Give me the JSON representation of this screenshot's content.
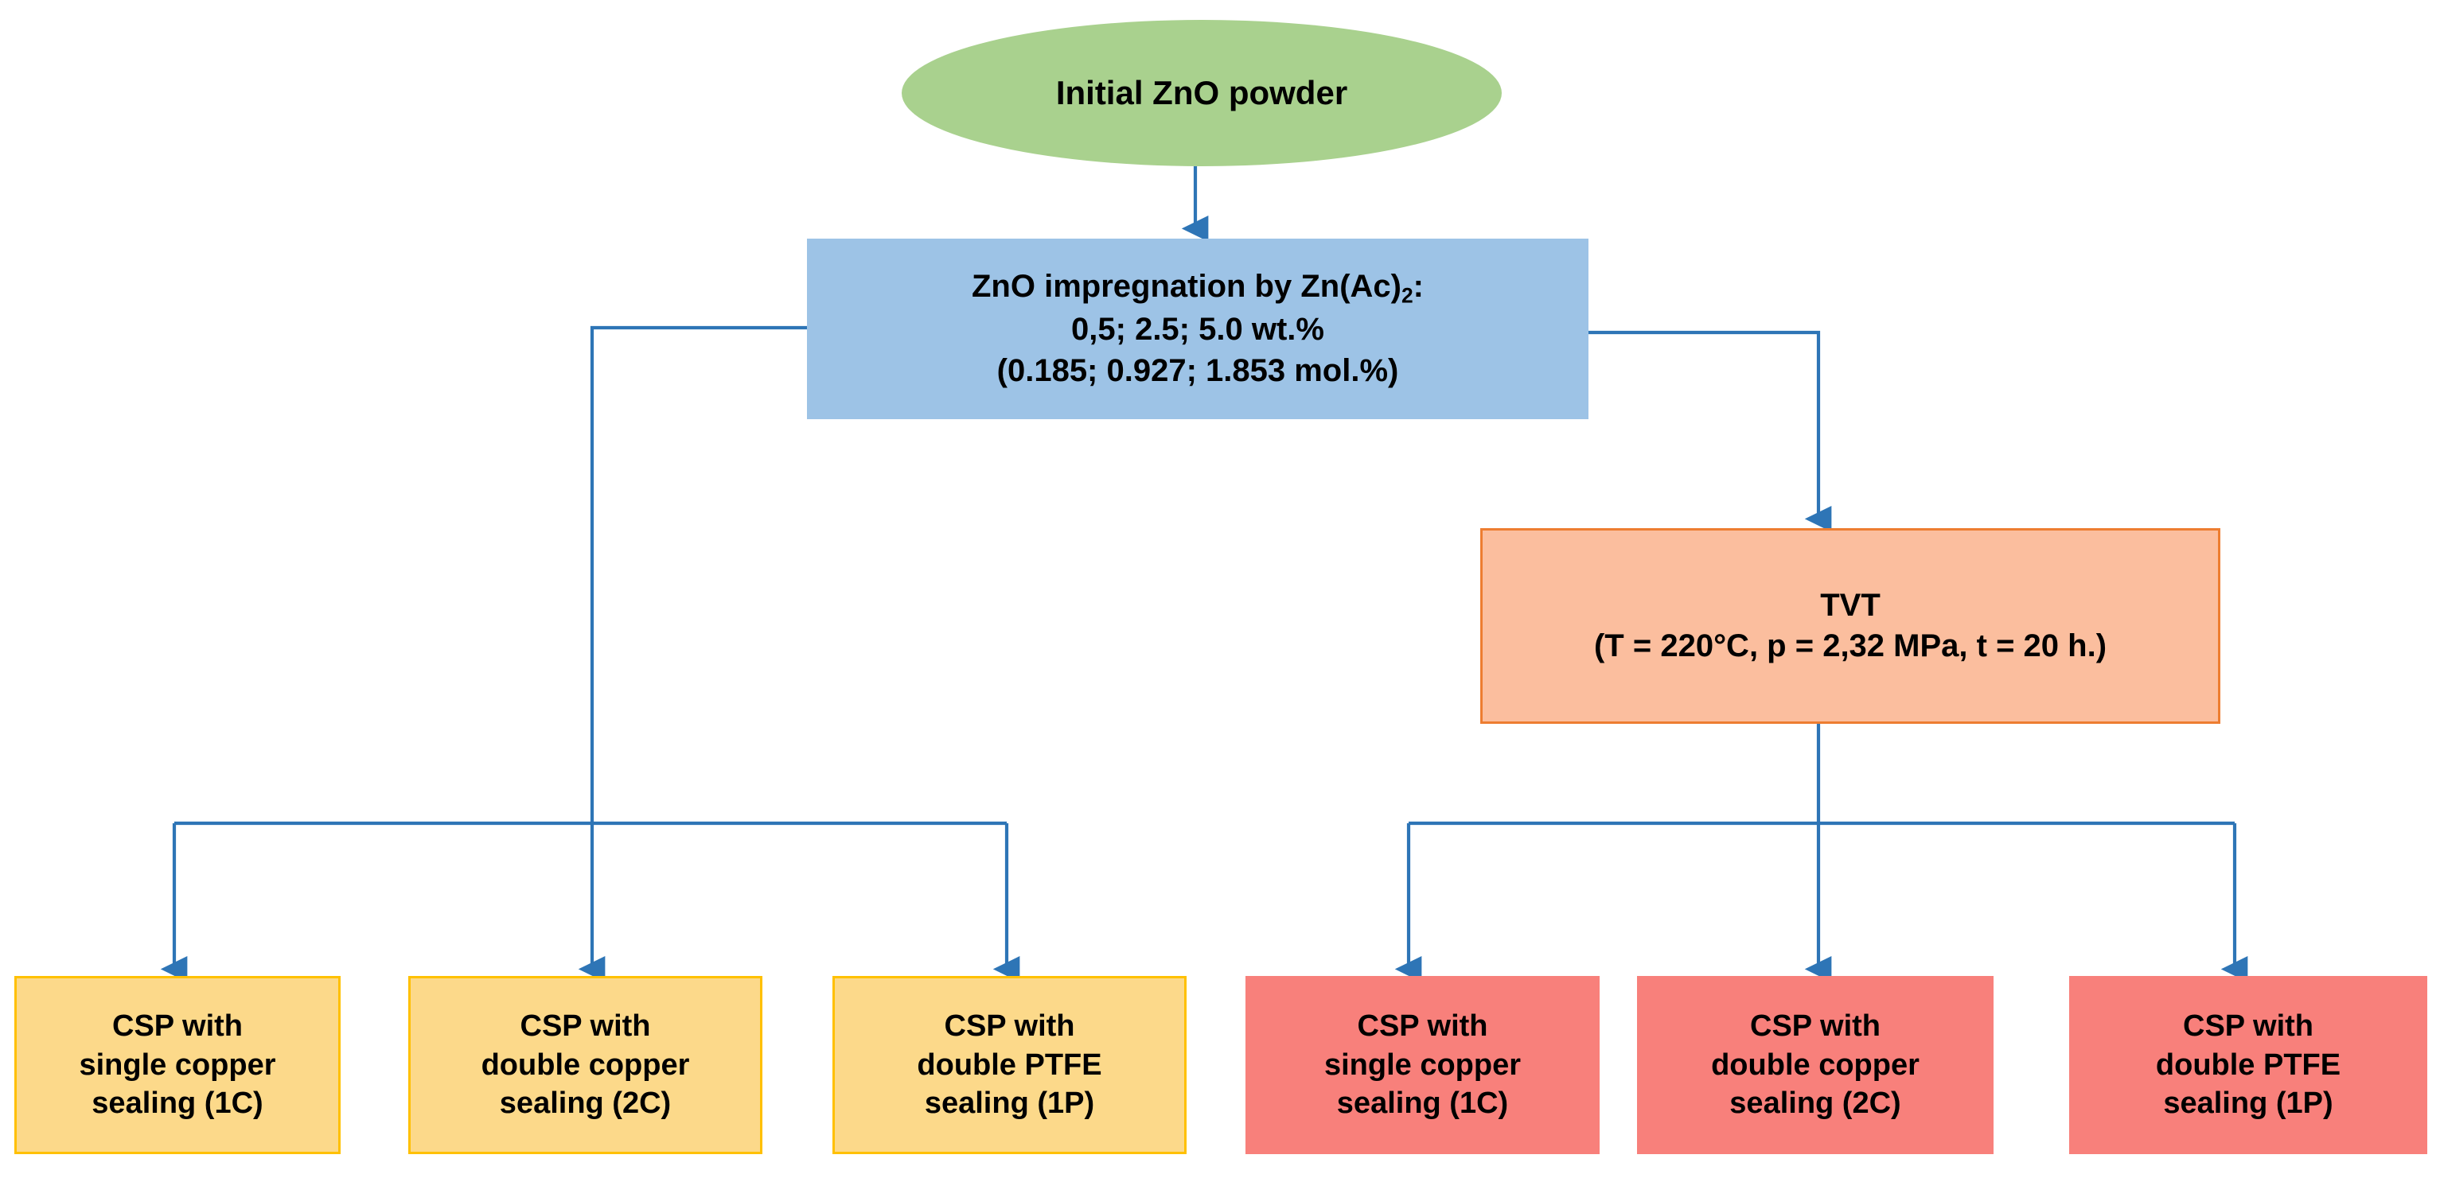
{
  "diagram": {
    "title": "ZnO impregnation and CSP sample preparation flowchart",
    "background": "#ffffff",
    "edge_color": "#2E75B6",
    "nodes": {
      "start": {
        "label": "Initial ZnO powder",
        "shape": "ellipse",
        "fill": "#A9D18E",
        "text_color": "#000000"
      },
      "impregnation": {
        "line1_a": "ZnO impregnation by Zn(Ac)",
        "line1_sub": "2",
        "line1_b": ":",
        "line2": "0,5; 2.5; 5.0 wt.%",
        "line3": "(0.185; 0.927; 1.853 mol.%)",
        "shape": "rectangle",
        "fill": "#9DC3E6",
        "text_color": "#000000"
      },
      "tvt": {
        "line1": "TVT",
        "line2": "(T = 220°C, p = 2,32 MPa, t = 20 h.)",
        "shape": "rectangle",
        "fill": "#FBBE9E",
        "border": "#ED7D31",
        "text_color": "#000000"
      }
    },
    "outputs_untreated": {
      "group": "left",
      "fill": "#FCD98A",
      "border": "#FFC000",
      "items": [
        {
          "id": "1C",
          "label": "CSP with\nsingle copper\nsealing (1C)"
        },
        {
          "id": "2C",
          "label": "CSP with\ndouble copper\nsealing (2C)"
        },
        {
          "id": "1P",
          "label": "CSP with\ndouble PTFE\nsealing (1P)"
        }
      ]
    },
    "outputs_tvt": {
      "group": "right",
      "fill": "#F8807B",
      "border": "#F8807B",
      "items": [
        {
          "id": "1C",
          "label": "CSP with\nsingle copper\nsealing (1C)"
        },
        {
          "id": "2C",
          "label": "CSP with\ndouble copper\nsealing (2C)"
        },
        {
          "id": "1P",
          "label": "CSP with\ndouble PTFE\nsealing (1P)"
        }
      ]
    },
    "connectors": [
      {
        "name": "start-to-impregnation",
        "from": "start",
        "to": "impregnation",
        "arrow": true
      },
      {
        "name": "impregnation-to-untreated-branch",
        "from": "impregnation",
        "to": "untreated-bus",
        "arrow": false
      },
      {
        "name": "impregnation-to-tvt",
        "from": "impregnation",
        "to": "tvt",
        "arrow": true
      },
      {
        "name": "untreated-bus-to-1C",
        "from": "untreated-bus",
        "to": "untreated-1C",
        "arrow": true
      },
      {
        "name": "untreated-bus-to-2C",
        "from": "untreated-bus",
        "to": "untreated-2C",
        "arrow": true
      },
      {
        "name": "untreated-bus-to-1P",
        "from": "untreated-bus",
        "to": "untreated-1P",
        "arrow": true
      },
      {
        "name": "tvt-bus-to-1C",
        "from": "tvt-bus",
        "to": "tvt-1C",
        "arrow": true
      },
      {
        "name": "tvt-bus-to-2C",
        "from": "tvt-bus",
        "to": "tvt-2C",
        "arrow": true
      },
      {
        "name": "tvt-bus-to-1P",
        "from": "tvt-bus",
        "to": "tvt-1P",
        "arrow": true
      }
    ]
  }
}
